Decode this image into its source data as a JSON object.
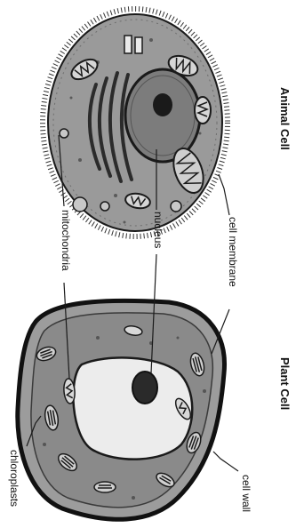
{
  "titles": {
    "animal": "Animal Cell",
    "plant": "Plant Cell"
  },
  "labels": {
    "cell_membrane": "cell membrane",
    "nucleus": "nucleus",
    "mitochondria": "mitochondria",
    "cell_wall": "cell wall",
    "chloroplasts": "chloroplasts"
  }
}
